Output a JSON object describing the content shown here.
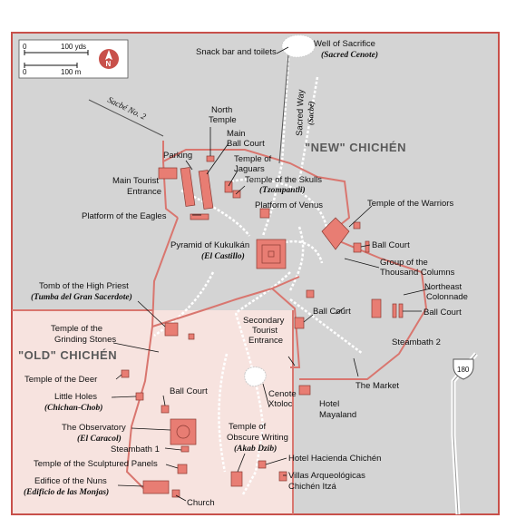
{
  "colors": {
    "background": "#d4d4d4",
    "old_zone": "#f7e3df",
    "frame": "#c8504a",
    "paths": "#d9766f",
    "buildings": "#e87d73",
    "trails": "#ffffff",
    "north_badge": "#c8504a"
  },
  "scale_bar": {
    "top_left": "0",
    "top_right": "100 yds",
    "bottom_left": "0",
    "bottom_right": "100 m",
    "icon": "north-arrow-icon",
    "north_letter": "N"
  },
  "zones": {
    "new": "\"NEW\" CHICHÉN",
    "old": "\"OLD\" CHICHÉN"
  },
  "roads": {
    "sacred_way_1": "Sacred Way",
    "sacred_way_2": "(Sacbé)",
    "sacbe2": "Sacbé No. 2",
    "highway_badge": "180"
  },
  "labels": {
    "snack_bar": "Snack bar and toilets",
    "well_1": "Well of Sacrifice",
    "well_2": "(Sacred Cenote)",
    "north_temple_1": "North",
    "north_temple_2": "Temple",
    "main_ball_1": "Main",
    "main_ball_2": "Ball Court",
    "parking": "Parking",
    "jaguars_1": "Temple of",
    "jaguars_2": "Jaguars",
    "entrance_1": "Main Tourist",
    "entrance_2": "Entrance",
    "skulls_1": "Temple of the Skulls",
    "skulls_2": "(Tzompantli)",
    "eagles": "Platform of the Eagles",
    "venus": "Platform of Venus",
    "warriors": "Temple of the Warriors",
    "kukulkan_1": "Pyramid of Kukulkán",
    "kukulkan_2": "(El Castillo)",
    "ball_court_ne": "Ball Court",
    "thousand_1": "Group of the",
    "thousand_2": "Thousand Columns",
    "ne_colonnade_1": "Northeast",
    "ne_colonnade_2": "Colonnade",
    "ball_court_e": "Ball Court",
    "ball_court_c": "Ball Court",
    "tomb_1": "Tomb of the High Priest",
    "tomb_2": "(Tumba del Gran Sacerdote)",
    "secondary_1": "Secondary",
    "secondary_2": "Tourist",
    "secondary_3": "Entrance",
    "steambath2": "Steambath 2",
    "grinding_1": "Temple of the",
    "grinding_2": "Grinding Stones",
    "market": "The Market",
    "deer": "Temple of the Deer",
    "little_holes_1": "Little Holes",
    "little_holes_2": "(Chichan-Chob)",
    "ball_court_old": "Ball Court",
    "cenote_1": "Cenote",
    "cenote_2": "Xtoloc",
    "hotel_mayaland_1": "Hotel",
    "hotel_mayaland_2": "Mayaland",
    "observatory_1": "The Observatory",
    "observatory_2": "(El Caracol)",
    "obscure_1": "Temple of",
    "obscure_2": "Obscure Writing",
    "obscure_3": "(Akab Dzib)",
    "steambath1": "Steambath 1",
    "hacienda": "Hotel Hacienda Chichén",
    "sculptured": "Temple of the Sculptured Panels",
    "villas_1": "Villas Arqueológicas",
    "villas_2": "Chichén Itzá",
    "nuns_1": "Edifice of the Nuns",
    "nuns_2": "(Edificio de las Monjas)",
    "church": "Church"
  }
}
